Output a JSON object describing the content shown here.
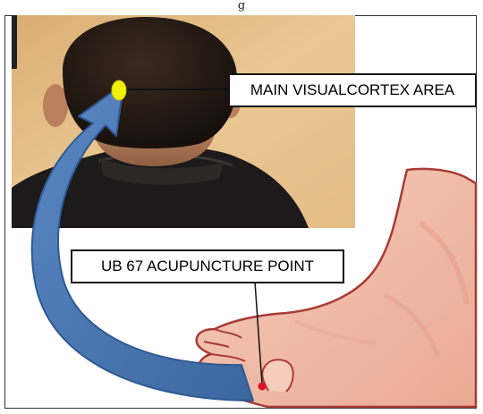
{
  "figure": {
    "caption_fragment": "g"
  },
  "labels": {
    "visual_cortex": "MAIN VISUALCORTEX AREA",
    "acupuncture_point": "UB 67 ACUPUNCTURE POINT"
  },
  "colors": {
    "photo_background": "#e7c188",
    "arrow": "#4a78b3",
    "head_point": "#f2ef0a",
    "foot_point": "#e0102a",
    "skin": "#f3c4b0",
    "skin_outline": "#b23c3a"
  }
}
